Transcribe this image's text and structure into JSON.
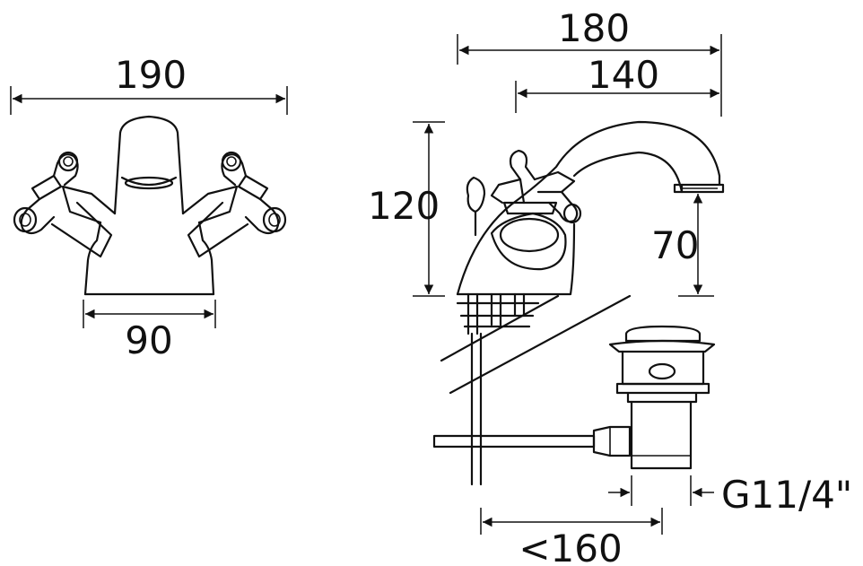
{
  "dimensions": {
    "front_width": "190",
    "base_width": "90",
    "side_length": "180",
    "spout_reach": "140",
    "height": "120",
    "spout_height": "70",
    "waste_thread": "G11/4\"",
    "max_distance": "<160"
  },
  "colors": {
    "line": "#111111",
    "background": "#ffffff"
  }
}
